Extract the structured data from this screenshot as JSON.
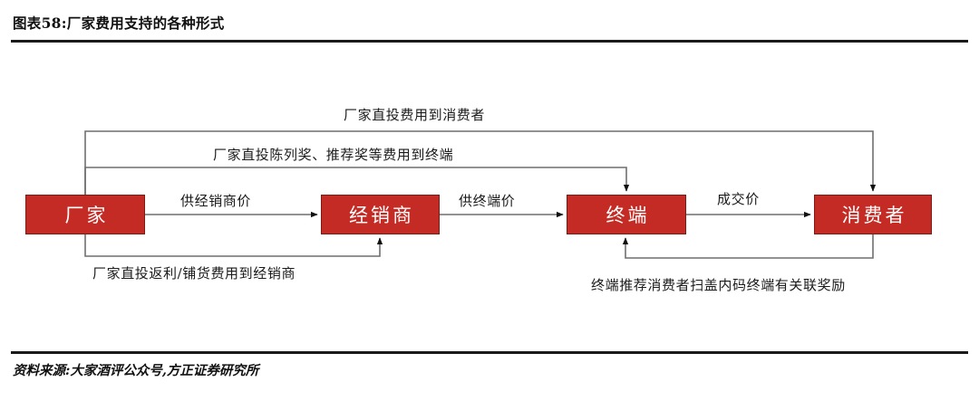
{
  "header": {
    "figure_title": "图表58:厂家费用支持的各种形式"
  },
  "footer": {
    "source": "资料来源:大家酒评公众号,方正证券研究所"
  },
  "colors": {
    "node_fill": "#C42B24",
    "node_border": "#7a1b16",
    "node_text": "#FFFFFF",
    "connector": "#6f6f6f",
    "arrowhead": "#111111",
    "rule": "#1a1a1a",
    "label_text": "#1b1b1b"
  },
  "diagram": {
    "type": "flow",
    "nodes": [
      {
        "id": "factory",
        "label": "厂家"
      },
      {
        "id": "distributor",
        "label": "经销商"
      },
      {
        "id": "terminal",
        "label": "终端"
      },
      {
        "id": "consumer",
        "label": "消费者"
      }
    ],
    "edges": [
      {
        "id": "direct-consumer",
        "from": "factory",
        "to": "consumer",
        "label": "厂家直投费用到消费者",
        "route": "top-outer"
      },
      {
        "id": "direct-terminal",
        "from": "factory",
        "to": "terminal",
        "label": "厂家直投陈列奖、推荐奖等费用到终端",
        "route": "top-inner"
      },
      {
        "id": "price-distributor",
        "from": "factory",
        "to": "distributor",
        "label": "供经销商价",
        "route": "straight"
      },
      {
        "id": "price-terminal",
        "from": "distributor",
        "to": "terminal",
        "label": "供终端价",
        "route": "straight"
      },
      {
        "id": "price-deal",
        "from": "terminal",
        "to": "consumer",
        "label": "成交价",
        "route": "straight"
      },
      {
        "id": "rebate",
        "from": "factory",
        "to": "distributor",
        "label": "厂家直投返利/铺货费用到经销商",
        "route": "bottom-left"
      },
      {
        "id": "scan-reward",
        "from": "consumer",
        "to": "terminal",
        "label": "终端推荐消费者扫盖内码终端有关联奖励",
        "route": "bottom-right"
      }
    ]
  }
}
